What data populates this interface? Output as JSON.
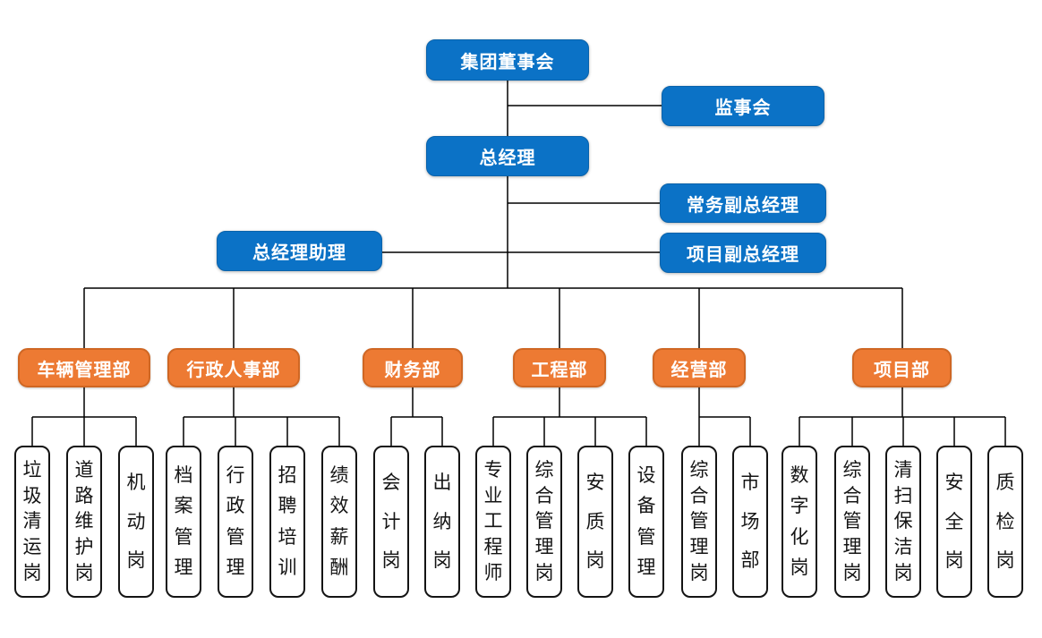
{
  "colors": {
    "primary_blue": "#0b72c6",
    "accent_orange": "#ed7a33",
    "orange_border": "#cf6724",
    "connector": "#000000",
    "position_bg": "#ffffff",
    "position_border": "#141414",
    "text_light": "#ffffff",
    "text_dark": "#141414"
  },
  "executives": {
    "board": "集团董事会",
    "supervisory": "监事会",
    "general_manager": "总经理",
    "executive_deputy_gm": "常务副总经理",
    "gm_assistant": "总经理助理",
    "project_deputy_gm": "项目副总经理"
  },
  "departments": [
    {
      "label": "车辆管理部",
      "positions": [
        "垃圾清运岗",
        "道路维护岗",
        "机动岗"
      ]
    },
    {
      "label": "行政人事部",
      "positions": [
        "档案管理",
        "行政管理",
        "招聘培训",
        "绩效薪酬"
      ]
    },
    {
      "label": "财务部",
      "positions": [
        "会计岗",
        "出纳岗"
      ]
    },
    {
      "label": "工程部",
      "positions": [
        "专业工程师",
        "综合管理岗",
        "安质岗",
        "设备管理"
      ]
    },
    {
      "label": "经营部",
      "positions": [
        "综合管理岗",
        "市场部"
      ]
    },
    {
      "label": "项目部",
      "positions": [
        "数字化岗",
        "综合管理岗",
        "清扫保洁岗",
        "安全岗",
        "质检岗"
      ]
    }
  ]
}
